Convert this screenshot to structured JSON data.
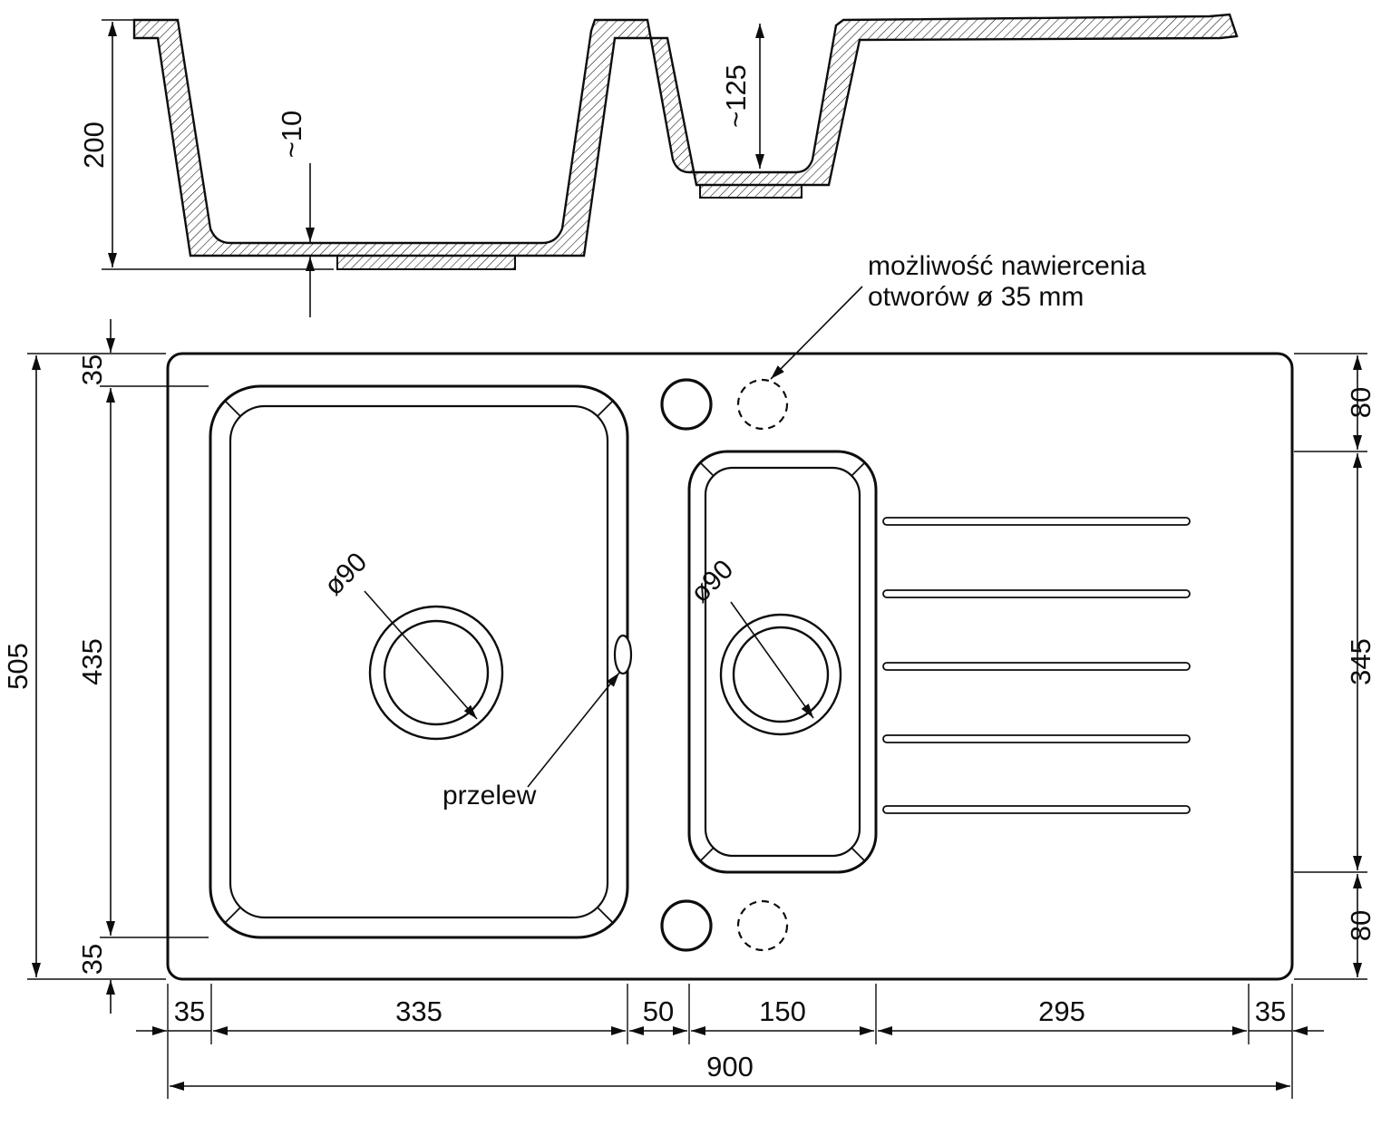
{
  "section_view": {
    "depth_total": "200",
    "floor_thickness": "~10",
    "small_basin_depth": "~125"
  },
  "plan_view": {
    "note": {
      "line1": "możliwość nawiercenia",
      "line2": "otworów ø 35 mm"
    },
    "overflow_label": "przelew",
    "main_drain_diameter": "ø90",
    "small_drain_diameter": "ø90",
    "dims": {
      "total_height": "505",
      "basin_height": "435",
      "margin_top": "35",
      "margin_bottom": "35",
      "right_top": "80",
      "right_middle": "345",
      "right_bottom": "80",
      "left_margin": "35",
      "basin_width": "335",
      "gap": "50",
      "small_basin_width": "150",
      "drainer_width": "295",
      "right_margin": "35",
      "total_width": "900"
    }
  },
  "colors": {
    "line": "#0d0d0d",
    "background": "#ffffff"
  }
}
